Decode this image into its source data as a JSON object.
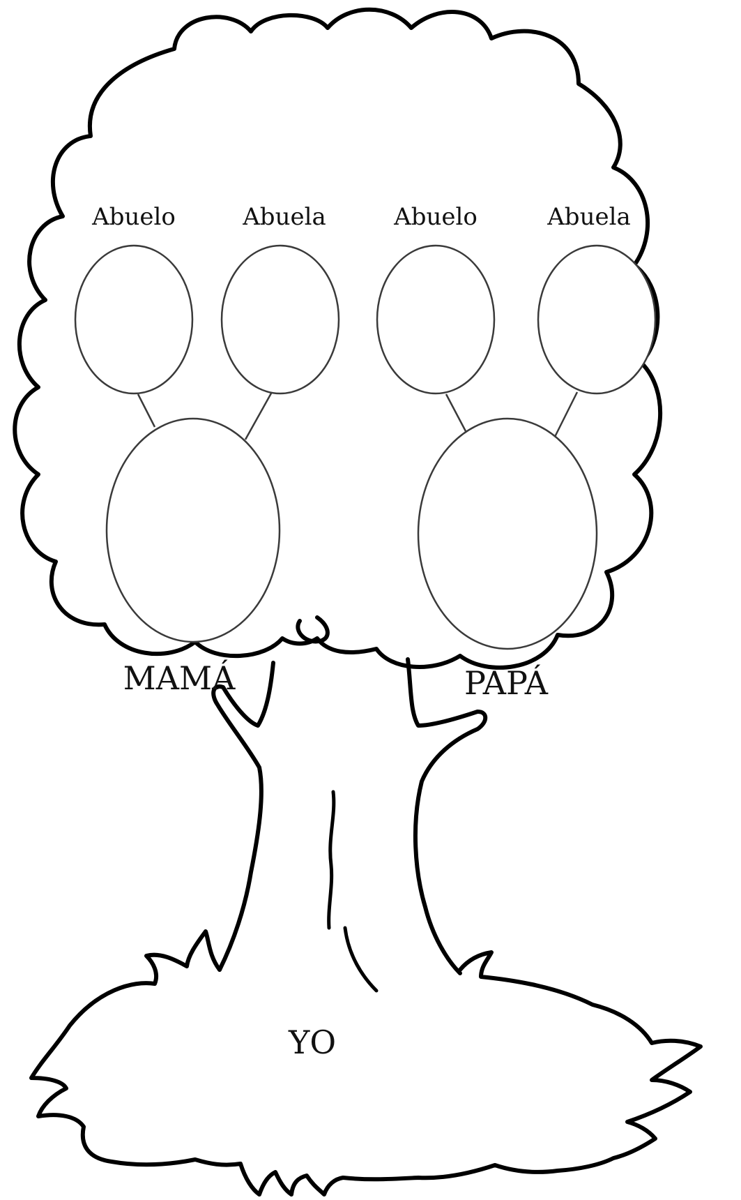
{
  "family_tree": {
    "grandparents": [
      {
        "label": "Abuelo"
      },
      {
        "label": "Abuela"
      },
      {
        "label": "Abuelo"
      },
      {
        "label": "Abuela"
      }
    ],
    "parents": [
      {
        "label": "MAMÁ"
      },
      {
        "label": "PAPÁ"
      }
    ],
    "self": {
      "label": "YO"
    }
  },
  "colors": {
    "line": "#000000",
    "circle_stroke": "#3a3a3a",
    "background": "#ffffff"
  }
}
